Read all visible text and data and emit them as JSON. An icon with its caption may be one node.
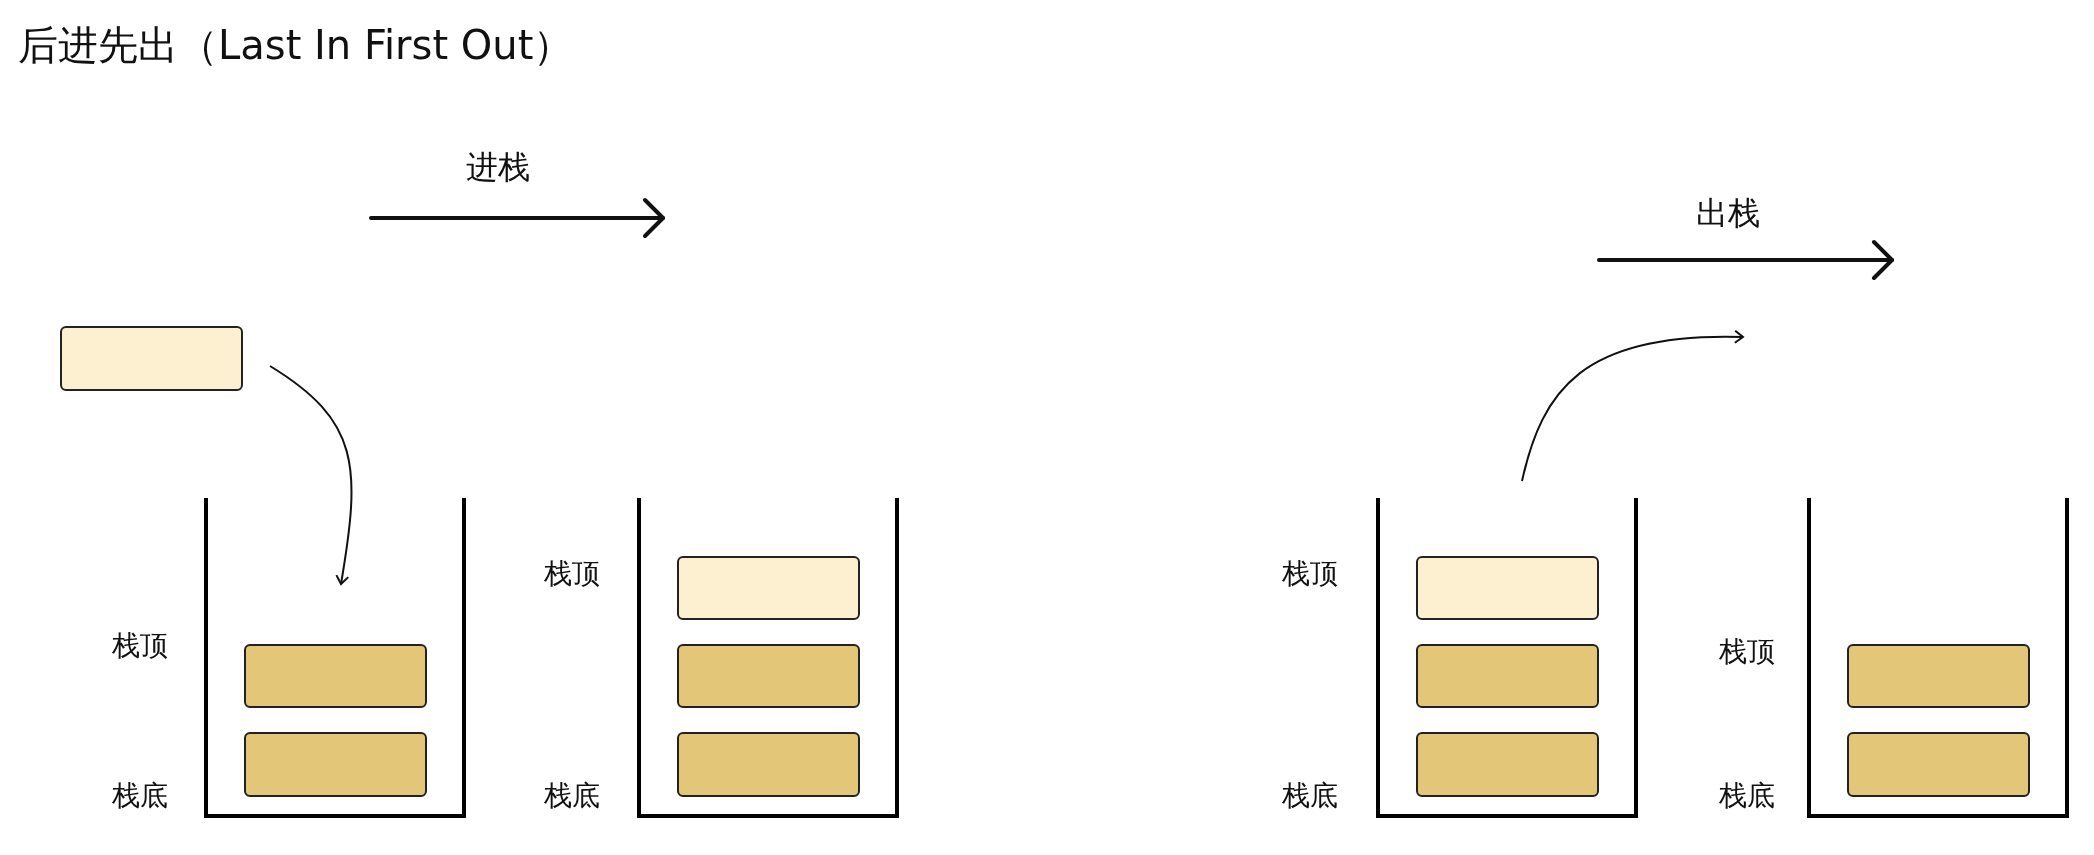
{
  "diagram": {
    "title": "后进先出（Last In First Out）",
    "nodes": [
      {
        "text": [],
        "shape": "box"
      },
      {
        "text": [],
        "shape": "container"
      },
      {
        "text": [],
        "shape": "box",
        "in": 1
      },
      {
        "text": [],
        "shape": "box",
        "in": 1
      },
      {
        "text": [],
        "shape": "container"
      },
      {
        "text": [],
        "shape": "box",
        "in": 4
      },
      {
        "text": [],
        "shape": "box",
        "in": 4
      },
      {
        "text": [],
        "shape": "box",
        "in": 4
      },
      {
        "text": [],
        "shape": "container"
      },
      {
        "text": [],
        "shape": "box",
        "in": 8
      },
      {
        "text": [],
        "shape": "box",
        "in": 8
      },
      {
        "text": [],
        "shape": "box",
        "in": 8
      },
      {
        "text": [],
        "shape": "container"
      },
      {
        "text": [],
        "shape": "box",
        "in": 12
      },
      {
        "text": [],
        "shape": "box",
        "in": 12
      }
    ],
    "edges": [
      {
        "from": 0,
        "to": null,
        "arrow": "to"
      },
      {
        "from": 8,
        "to": null,
        "arrow": "to"
      }
    ],
    "labels": [
      "进栈",
      "栈顶",
      "栈底",
      "栈顶",
      "栈底",
      "出栈",
      "栈顶",
      "栈底",
      "栈顶",
      "栈底"
    ]
  }
}
